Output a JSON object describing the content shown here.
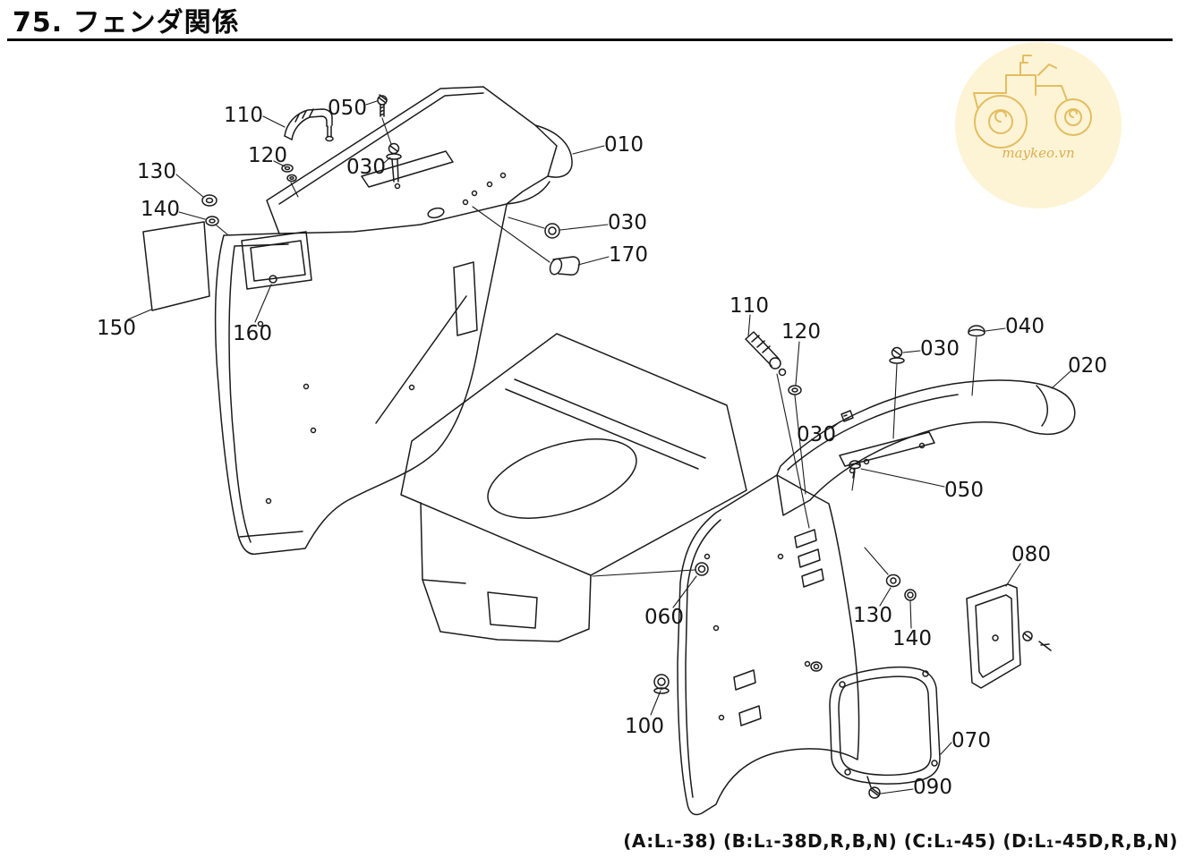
{
  "page": {
    "title": "75. フェンダ関係",
    "footnote": "(A:L₁-38) (B:L₁-38D,R,B,N) (C:L₁-45) (D:L₁-45D,R,B,N)"
  },
  "watermark": {
    "text": "maykeo.vn",
    "icon": "tractor-icon",
    "circle_color": "#fdf4d5",
    "line_color": "#e3bd62",
    "text_color": "#dcae54"
  },
  "diagram": {
    "type": "exploded-parts-diagram",
    "callouts": [
      "110",
      "050",
      "130",
      "120",
      "140",
      "030",
      "010",
      "030",
      "170",
      "150",
      "160",
      "110",
      "120",
      "030",
      "040",
      "020",
      "030",
      "050",
      "080",
      "060",
      "130",
      "140",
      "100",
      "070",
      "090"
    ]
  }
}
